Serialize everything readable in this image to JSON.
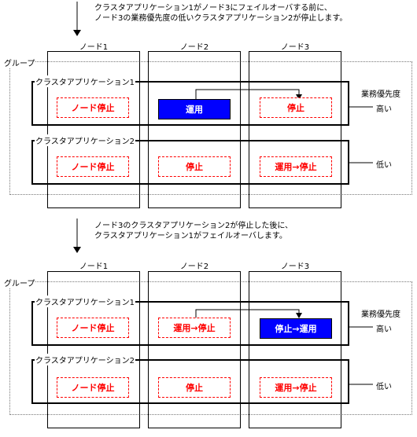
{
  "top": {
    "caption_line1": "クラスタアプリケーション1がノード3にフェイルオーバする前に、",
    "caption_line2": "ノード3の業務優先度の低いクラスタアプリケーション2が停止します。",
    "nodes": [
      "ノード1",
      "ノード2",
      "ノード3"
    ],
    "group_label": "グループ",
    "app1_label": "クラスタアプリケーション1",
    "app2_label": "クラスタアプリケーション2",
    "app1_status": [
      "ノード停止",
      "運用",
      "停止"
    ],
    "app2_status": [
      "ノード停止",
      "停止",
      "運用→停止"
    ],
    "priority_title": "業務優先度",
    "priority_high": "高い",
    "priority_low": "低い"
  },
  "bottom": {
    "caption_line1": "ノード3のクラスタアプリケーション2が停止した後に、",
    "caption_line2": "クラスタアプリケーション1がフェイルオーバします。",
    "nodes": [
      "ノード1",
      "ノード2",
      "ノード3"
    ],
    "group_label": "グループ",
    "app1_label": "クラスタアプリケーション1",
    "app2_label": "クラスタアプリケーション2",
    "app1_status": [
      "ノード停止",
      "運用→停止",
      "停止→運用"
    ],
    "app2_status": [
      "ノード停止",
      "停止",
      "運用→停止"
    ],
    "priority_title": "業務優先度",
    "priority_high": "高い",
    "priority_low": "低い"
  },
  "colors": {
    "active_fill": "#0000ff",
    "stopped_text": "#ff0000"
  }
}
